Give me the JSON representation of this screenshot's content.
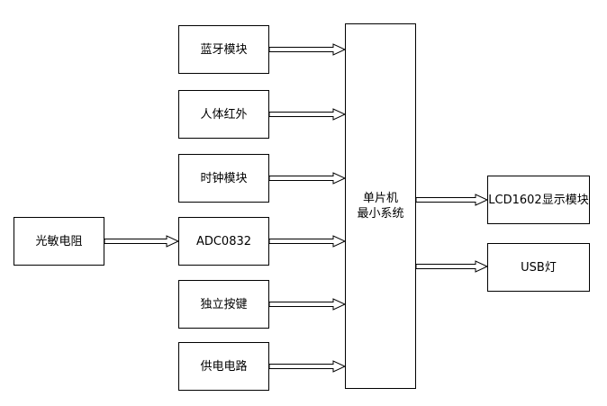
{
  "diagram": {
    "inputs": [
      {
        "id": "bluetooth",
        "label": "蓝牙模块"
      },
      {
        "id": "pir",
        "label": "人体红外"
      },
      {
        "id": "clock",
        "label": "时钟模块"
      },
      {
        "id": "adc",
        "label": "ADC0832"
      },
      {
        "id": "buttons",
        "label": "独立按键"
      },
      {
        "id": "power",
        "label": "供电电路"
      }
    ],
    "sensor": {
      "label": "光敏电阻"
    },
    "mcu": {
      "line1": "单片机",
      "line2": "最小系统"
    },
    "outputs": [
      {
        "id": "lcd",
        "label": "LCD1602显示模块"
      },
      {
        "id": "usb",
        "label": "USB灯"
      }
    ]
  }
}
